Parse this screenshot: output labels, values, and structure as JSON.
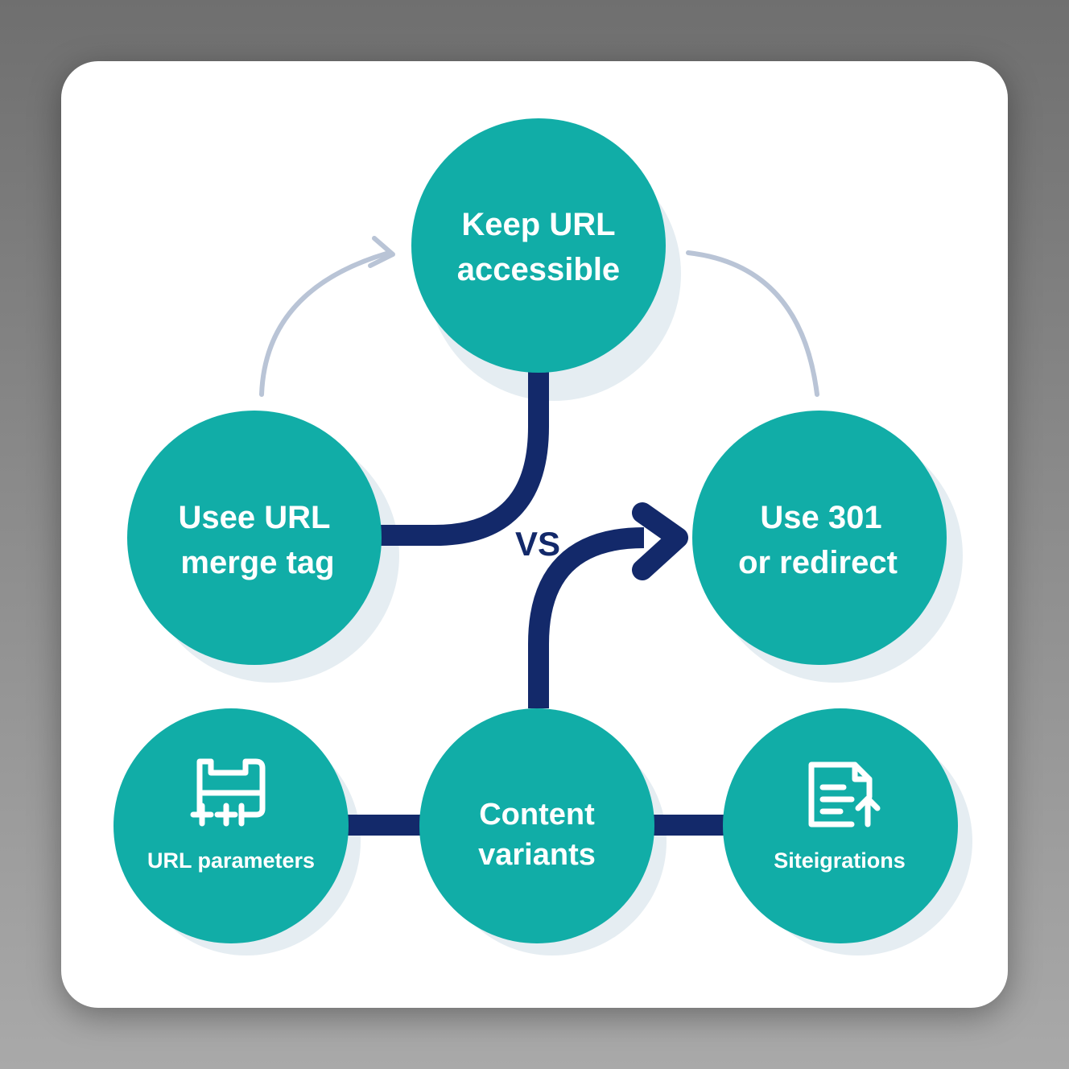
{
  "colors": {
    "node_fill": "#11ada7",
    "node_shadow": "#e5edf2",
    "connector_dark": "#13296a",
    "connector_light": "#b9c4d6",
    "text": "#ffffff",
    "card": "#ffffff"
  },
  "center_label": "VS",
  "nodes": {
    "top": {
      "line1": "Keep URL",
      "line2": "accessible"
    },
    "left": {
      "line1": "Usee URL",
      "line2": "merge tag"
    },
    "right": {
      "line1": "Use 301",
      "line2": "or redirect"
    },
    "bottom_left": {
      "label": "URL parameters",
      "icon": "url-parameters-icon"
    },
    "bottom_center": {
      "line1": "Content",
      "line2": "variants"
    },
    "bottom_right": {
      "label": "Siteigrations",
      "icon": "document-upload-icon"
    }
  }
}
